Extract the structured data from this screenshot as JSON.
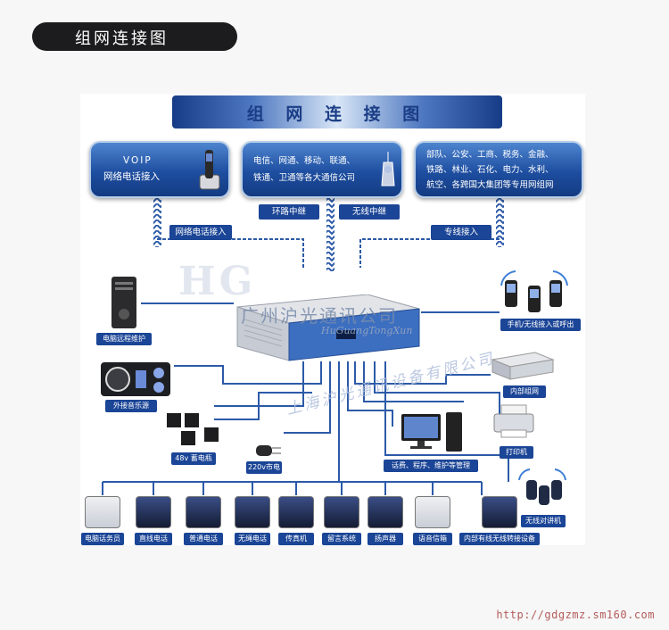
{
  "header": {
    "title": "组网连接图"
  },
  "diagram": {
    "title": "组 网 连 接 图",
    "cards": {
      "voip_line1": "VOIP",
      "voip_line2": "网络电话接入",
      "telecom_line1": "电信、网通、移动、联通、",
      "telecom_line2": "铁通、卫通等各大通信公司",
      "private_line1": "部队、公安、工商、税务、金融、",
      "private_line2": "铁路、林业、石化、电力、水利、",
      "private_line3": "航空、各跨国大集团等专用网组网"
    },
    "links": {
      "network_phone": "网络电话接入",
      "loop_relay": "环路中继",
      "wireless_relay": "无线中继",
      "leased_line": "专线接入"
    },
    "hub_watermark": "广州沪光通讯公司",
    "hub_watermark_sub": "HuGuangTongXun",
    "diagonal_watermark": "上海沪光通讯设备有限公司",
    "left_devices": {
      "pc_maintenance": "电脑远程维护",
      "music_source": "外接音乐源",
      "battery": "48v 蓄电瓶",
      "mains": "220v市电"
    },
    "right_devices": {
      "mobile": "手机/无线接入或呼出",
      "internal_network": "内部组网",
      "management": "话费、程序、维护等管理",
      "printer": "打印机",
      "walkie_talkie": "无线对讲机"
    },
    "bottom_devices": [
      "电脑话务员",
      "直线电话",
      "普通电话",
      "无绳电话",
      "传真机",
      "留言系统",
      "扬声器",
      "语音信箱",
      "内部有线无线转接设备"
    ]
  },
  "footer": {
    "url": "http://gdgzmz.sm160.com"
  },
  "colors": {
    "brand_blue": "#1b4596",
    "card_blue": "#1e4ea0",
    "line_blue": "#2c5aa8",
    "url_red": "#b45b5b"
  }
}
